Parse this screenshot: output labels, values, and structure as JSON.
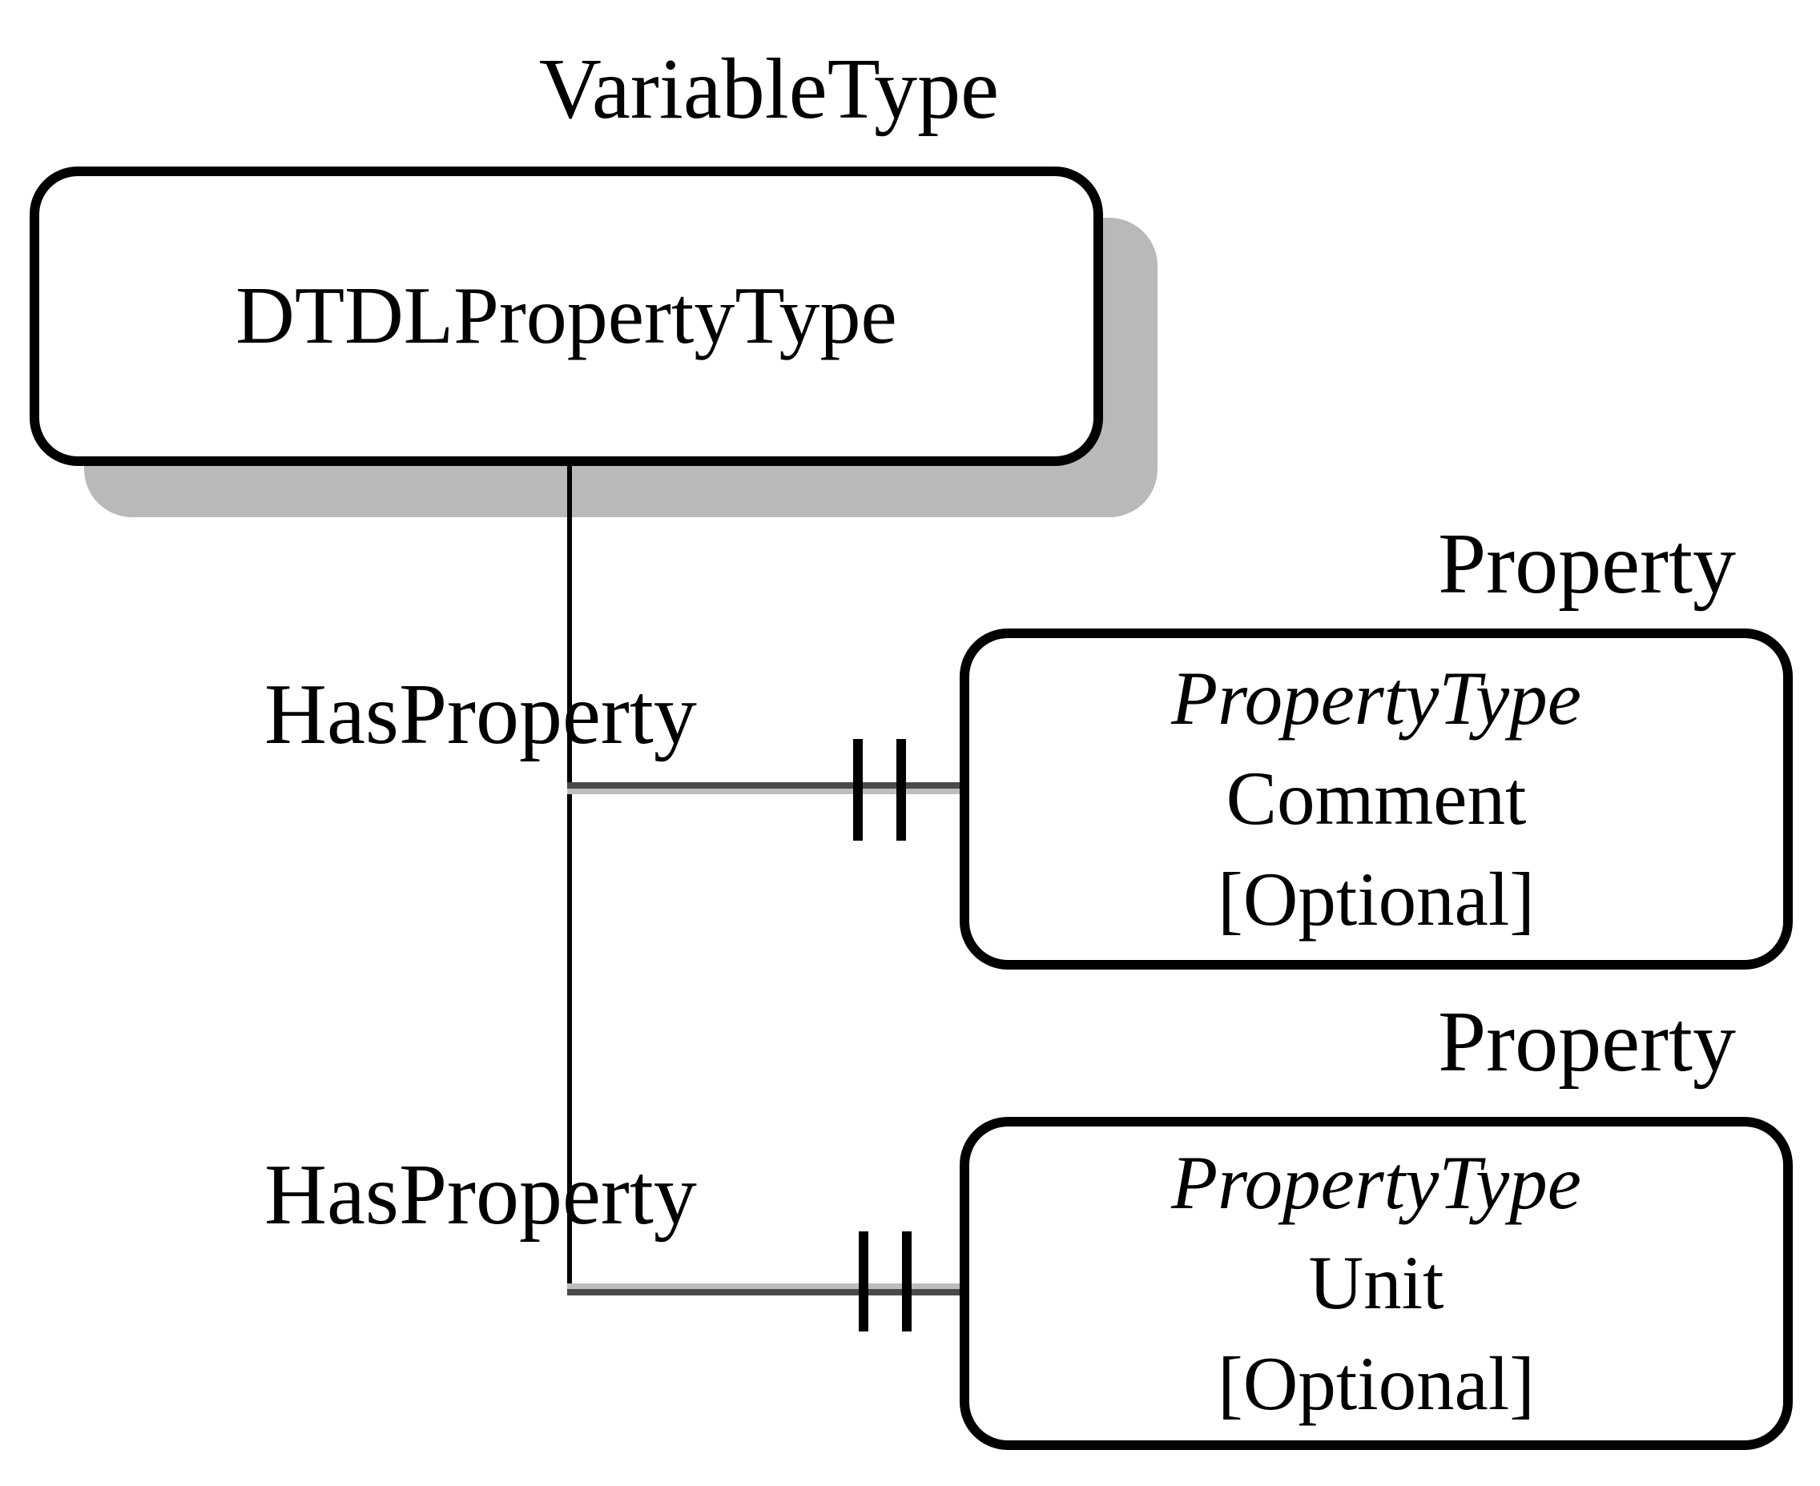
{
  "diagram": {
    "title_label": "VariableType",
    "root_node": {
      "name": "DTDLPropertyType"
    },
    "references": [
      {
        "reference_type": "HasProperty",
        "node_stereotype": "Property",
        "node": {
          "type_name": "PropertyType",
          "browse_name": "Comment",
          "modelling_rule": "[Optional]"
        }
      },
      {
        "reference_type": "HasProperty",
        "node_stereotype": "Property",
        "node": {
          "type_name": "PropertyType",
          "browse_name": "Unit",
          "modelling_rule": "[Optional]"
        }
      }
    ],
    "colors": {
      "ink": "#000000",
      "background": "#ffffff",
      "connector_dark": "#4a4a4a",
      "connector_light": "#bdbdbd",
      "shadow": "#b9b9b9"
    }
  }
}
